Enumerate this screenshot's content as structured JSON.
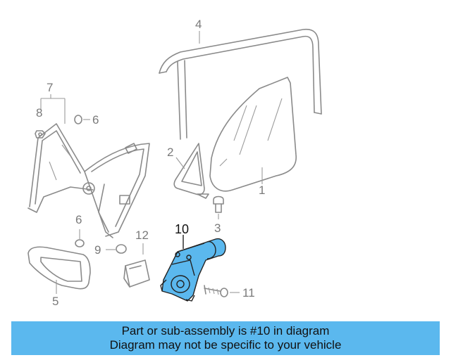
{
  "diagram": {
    "callouts": [
      {
        "id": "1",
        "text": "1"
      },
      {
        "id": "2",
        "text": "2"
      },
      {
        "id": "3",
        "text": "3"
      },
      {
        "id": "4",
        "text": "4"
      },
      {
        "id": "5",
        "text": "5"
      },
      {
        "id": "6a",
        "text": "6"
      },
      {
        "id": "6b",
        "text": "6"
      },
      {
        "id": "7",
        "text": "7"
      },
      {
        "id": "8",
        "text": "8"
      },
      {
        "id": "9",
        "text": "9"
      },
      {
        "id": "10",
        "text": "10"
      },
      {
        "id": "11",
        "text": "11"
      },
      {
        "id": "12",
        "text": "12"
      }
    ],
    "highlight_color": "#5bb8ee"
  },
  "banner": {
    "line1": "Part or sub-assembly is #10 in diagram",
    "line2": "Diagram may not be specific to your vehicle"
  }
}
